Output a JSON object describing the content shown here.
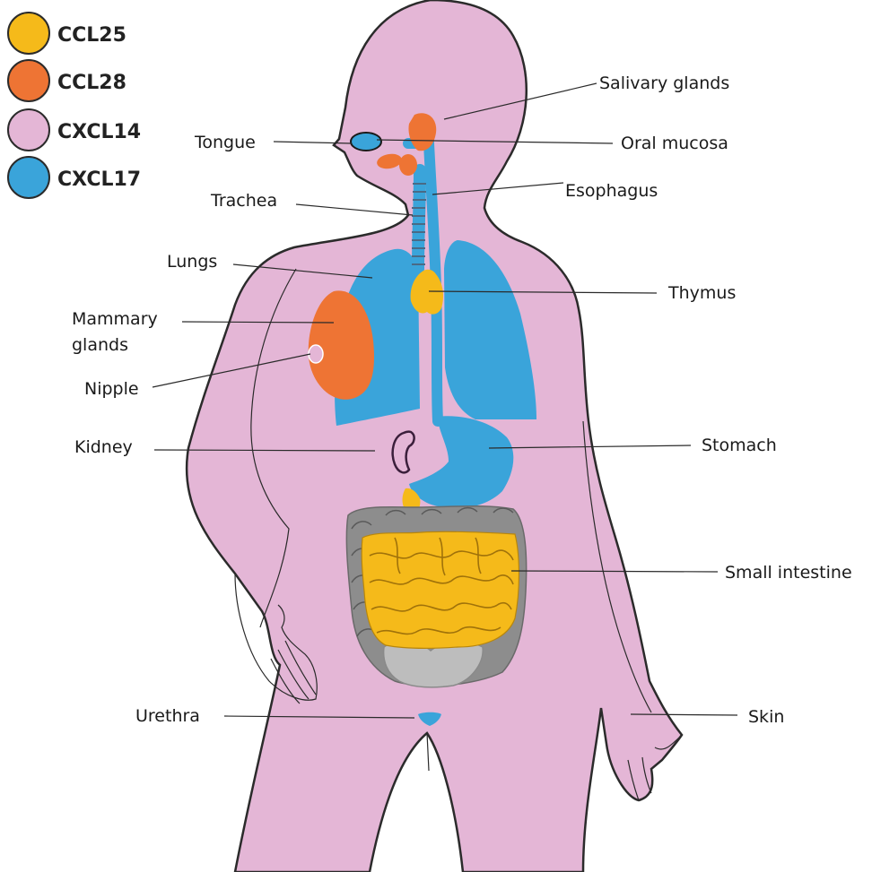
{
  "legend": [
    {
      "name": "CCL25",
      "color": "#F5BA1A"
    },
    {
      "name": "CCL28",
      "color": "#EE7434"
    },
    {
      "name": "CXCL14",
      "color": "#E4B6D6"
    },
    {
      "name": "CXCL17",
      "color": "#3AA4DA"
    }
  ],
  "labels": {
    "salivary_glands": "Salivary glands",
    "tongue": "Tongue",
    "oral_mucosa": "Oral mucosa",
    "esophagus": "Esophagus",
    "trachea": "Trachea",
    "lungs": "Lungs",
    "thymus": "Thymus",
    "mammary_line1": "Mammary",
    "mammary_line2": "glands",
    "nipple": "Nipple",
    "kidney": "Kidney",
    "stomach": "Stomach",
    "small_intestine": "Small intestine",
    "urethra": "Urethra",
    "skin": "Skin"
  },
  "colors": {
    "body": "#E4B6D6",
    "outline": "#2b2b2b",
    "colon": "#8d8d8d",
    "pelvis": "#bdbdbd"
  }
}
